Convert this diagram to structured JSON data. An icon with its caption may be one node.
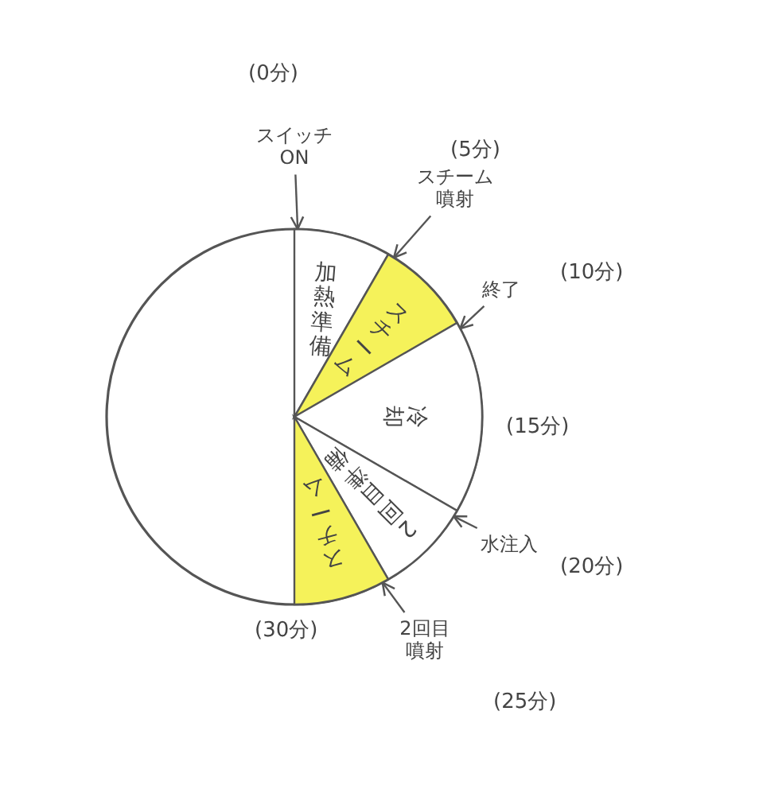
{
  "diagram": {
    "nodes": [
      {
        "text": [
          "スイッチON"
        ]
      },
      {
        "text": [
          "スチーム噴射"
        ]
      },
      {
        "text": [
          "加熱準備"
        ]
      },
      {
        "text": [
          "スチーム"
        ]
      },
      {
        "text": [
          "終了"
        ]
      },
      {
        "text": [
          "冷却"
        ]
      },
      {
        "text": [
          "水注入"
        ]
      },
      {
        "text": [
          "2回目準備"
        ]
      },
      {
        "text": [
          "スチーム"
        ]
      },
      {
        "text": [
          "2回目噴射"
        ]
      }
    ],
    "edges": [
      {
        "from": 0,
        "to": 2,
        "arrow": "to"
      },
      {
        "from": 1,
        "to": 3,
        "arrow": "to"
      },
      {
        "from": 4,
        "to": 5,
        "arrow": "to"
      },
      {
        "from": 6,
        "to": 7,
        "arrow": "to"
      },
      {
        "from": 9,
        "to": 8,
        "arrow": "to"
      }
    ],
    "labels": [
      "(0分)",
      "(5分)",
      "(10分)",
      "(15分)",
      "(20分)",
      "(25分)",
      "(30分)"
    ]
  }
}
